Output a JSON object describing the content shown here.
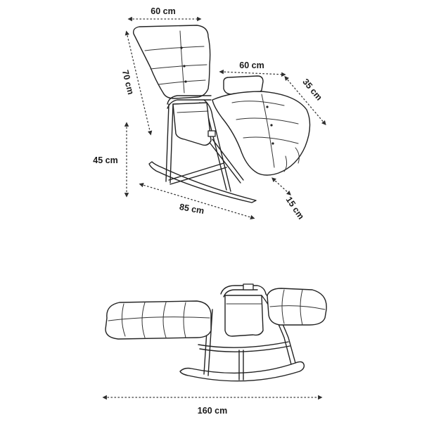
{
  "dimensions": {
    "top_width": "60 cm",
    "back_height": "70 cm",
    "seat_width": "60 cm",
    "footrest_length": "35 cm",
    "seat_height": "45 cm",
    "base_length": "85 cm",
    "footrest_gap": "15 cm",
    "total_length": "160 cm"
  },
  "colors": {
    "line": "#222222",
    "dimension": "#3a3a3a",
    "background": "#ffffff"
  }
}
